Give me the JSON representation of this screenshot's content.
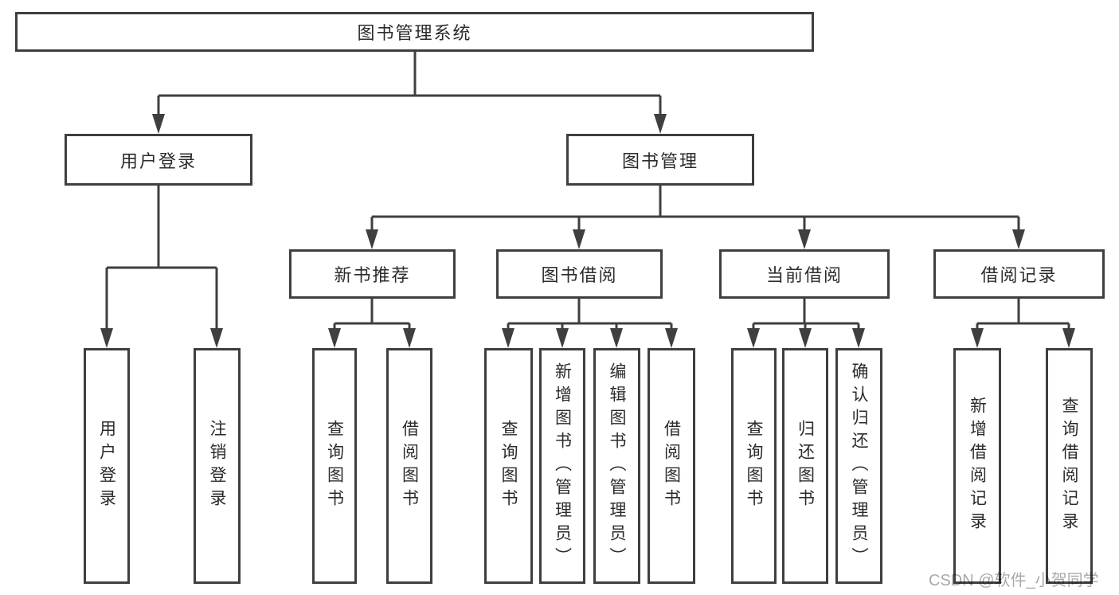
{
  "diagram": {
    "root": {
      "label": "图书管理系统"
    },
    "level2": [
      {
        "label": "用户登录"
      },
      {
        "label": "图书管理"
      }
    ],
    "level3": [
      {
        "label": "新书推荐"
      },
      {
        "label": "图书借阅"
      },
      {
        "label": "当前借阅"
      },
      {
        "label": "借阅记录"
      }
    ],
    "leaves": {
      "user_login": [
        {
          "label": "用户登录"
        },
        {
          "label": "注销登录"
        }
      ],
      "new_book": [
        {
          "label": "查询图书"
        },
        {
          "label": "借阅图书"
        }
      ],
      "book_borrow": [
        {
          "label": "查询图书"
        },
        {
          "label": "新增图书（管理员）"
        },
        {
          "label": "编辑图书（管理员）"
        },
        {
          "label": "借阅图书"
        }
      ],
      "current_borrow": [
        {
          "label": "查询图书"
        },
        {
          "label": "归还图书"
        },
        {
          "label": "确认归还（管理员）"
        }
      ],
      "borrow_record": [
        {
          "label": "新增借阅记录"
        },
        {
          "label": "查询借阅记录"
        }
      ]
    }
  },
  "watermark": "CSDN @软件_小贺同学",
  "colors": {
    "line": "#3f3f3f",
    "text": "#2b2b2b",
    "watermark": "#a9a9a9",
    "background": "#ffffff"
  }
}
